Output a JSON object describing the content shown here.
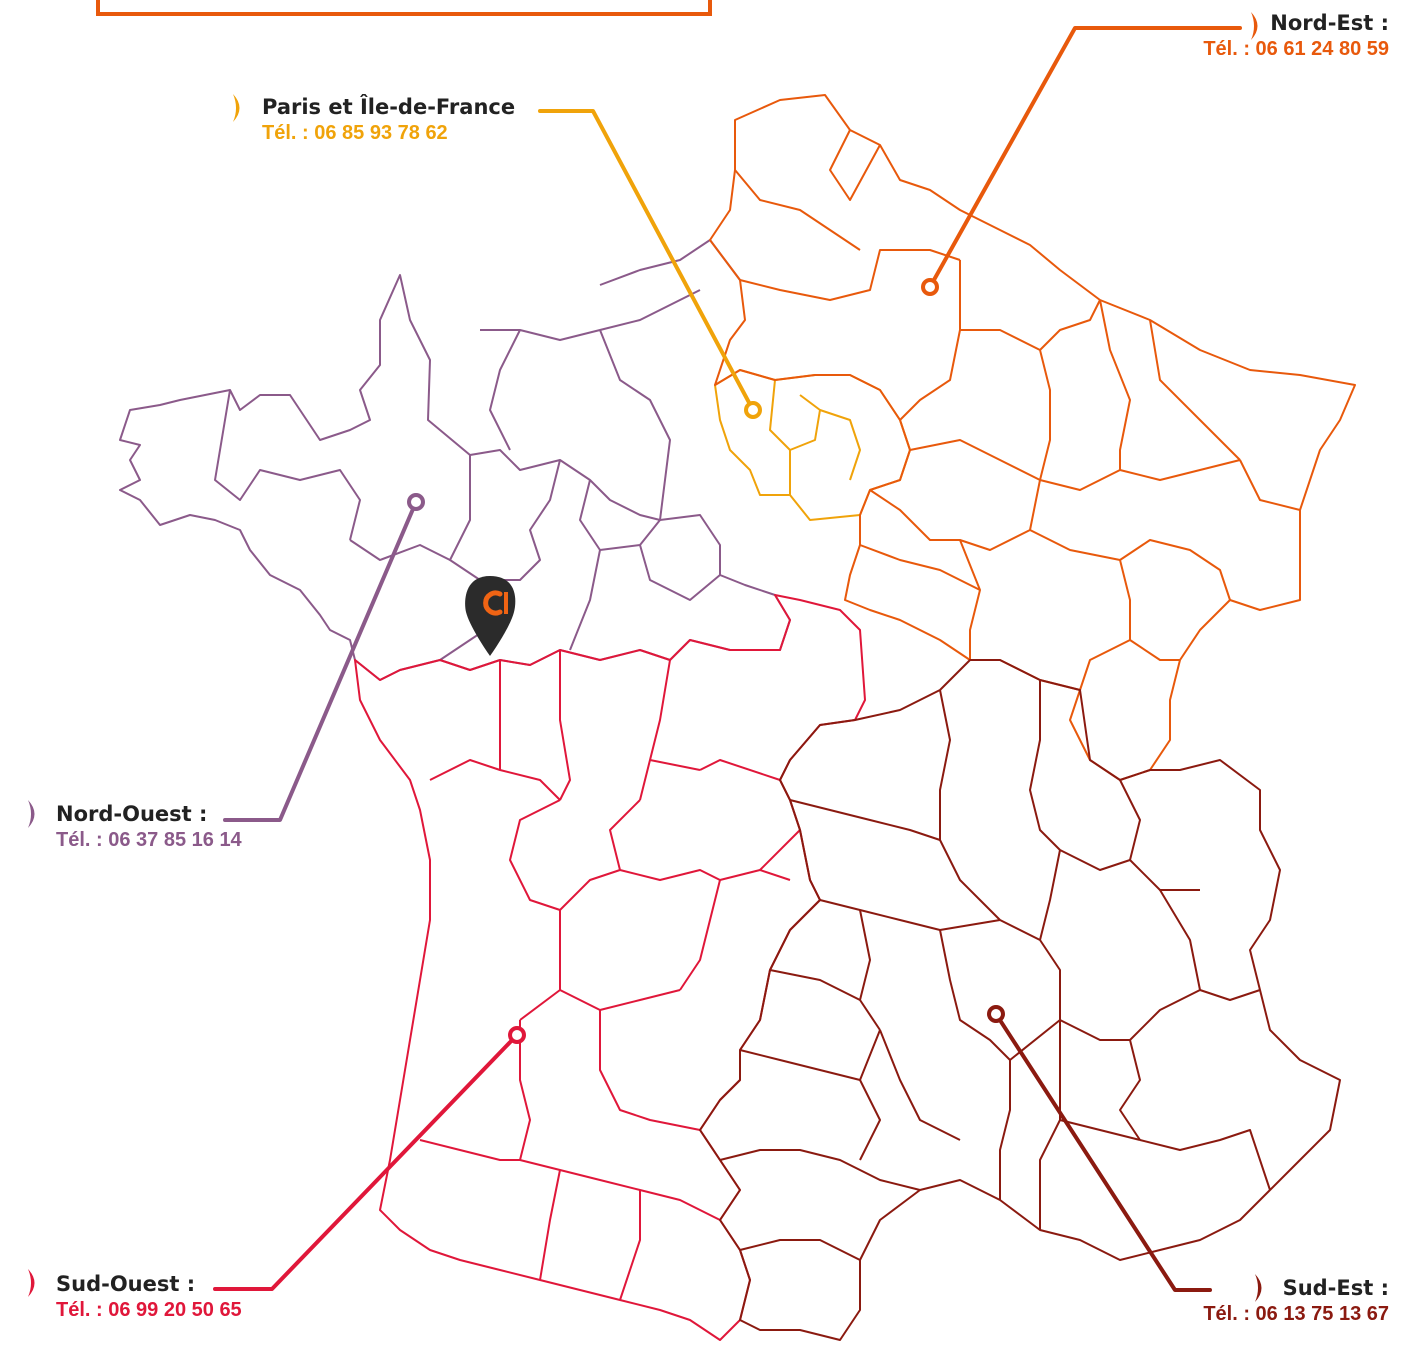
{
  "colors": {
    "nord_ouest": "#8b5a8a",
    "paris": "#f0a30a",
    "nord_est": "#e8590c",
    "sud_ouest": "#e0173a",
    "sud_est": "#8b1a10",
    "pin": "#2b2b2b",
    "pin_logo": "#f06414"
  },
  "regions": {
    "nord_est": {
      "name": "Nord-Est :",
      "phone": "Tél. : 06 61 24 80 59"
    },
    "paris": {
      "name": "Paris et Île-de-France",
      "phone": "Tél. : 06 85 93 78 62"
    },
    "nord_ouest": {
      "name": "Nord-Ouest :",
      "phone": "Tél. : 06 37 85 16 14"
    },
    "sud_ouest": {
      "name": "Sud-Ouest :",
      "phone": "Tél. : 06 99 20 50 65"
    },
    "sud_est": {
      "name": "Sud-Est :",
      "phone": "Tél. : 06 13 75 13 67"
    }
  },
  "icons": {
    "pin": "map-pin-icon",
    "bullet": "half-moon-bullet-icon"
  }
}
